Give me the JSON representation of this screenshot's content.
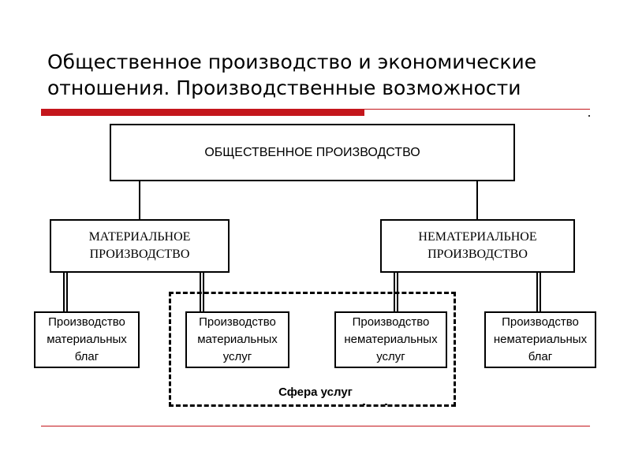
{
  "slide": {
    "title_line1": "Общественное производство и экономические",
    "title_line2": "отношения. Производственные возможности"
  },
  "diagram": {
    "root": "ОБЩЕСТВЕННОЕ ПРОИЗВОДСТВО",
    "material": {
      "line1": "МАТЕРИАЛЬНОЕ",
      "line2": "ПРОИЗВОДСТВО"
    },
    "nonmaterial": {
      "line1": "НЕМАТЕРИАЛЬНОЕ",
      "line2": "ПРОИЗВОДСТВО"
    },
    "leaves": [
      {
        "line1": "Производство",
        "line2": "материальных",
        "line3": "благ"
      },
      {
        "line1": "Производство",
        "line2": "материальных",
        "line3": "услуг"
      },
      {
        "line1": "Производство",
        "line2": "нематериальных",
        "line3": "услуг"
      },
      {
        "line1": "Производство",
        "line2": "нематериальных",
        "line3": "благ"
      }
    ],
    "services_sphere": "Сфера услуг"
  },
  "colors": {
    "accent_red": "#c4161c",
    "line": "#000000"
  }
}
